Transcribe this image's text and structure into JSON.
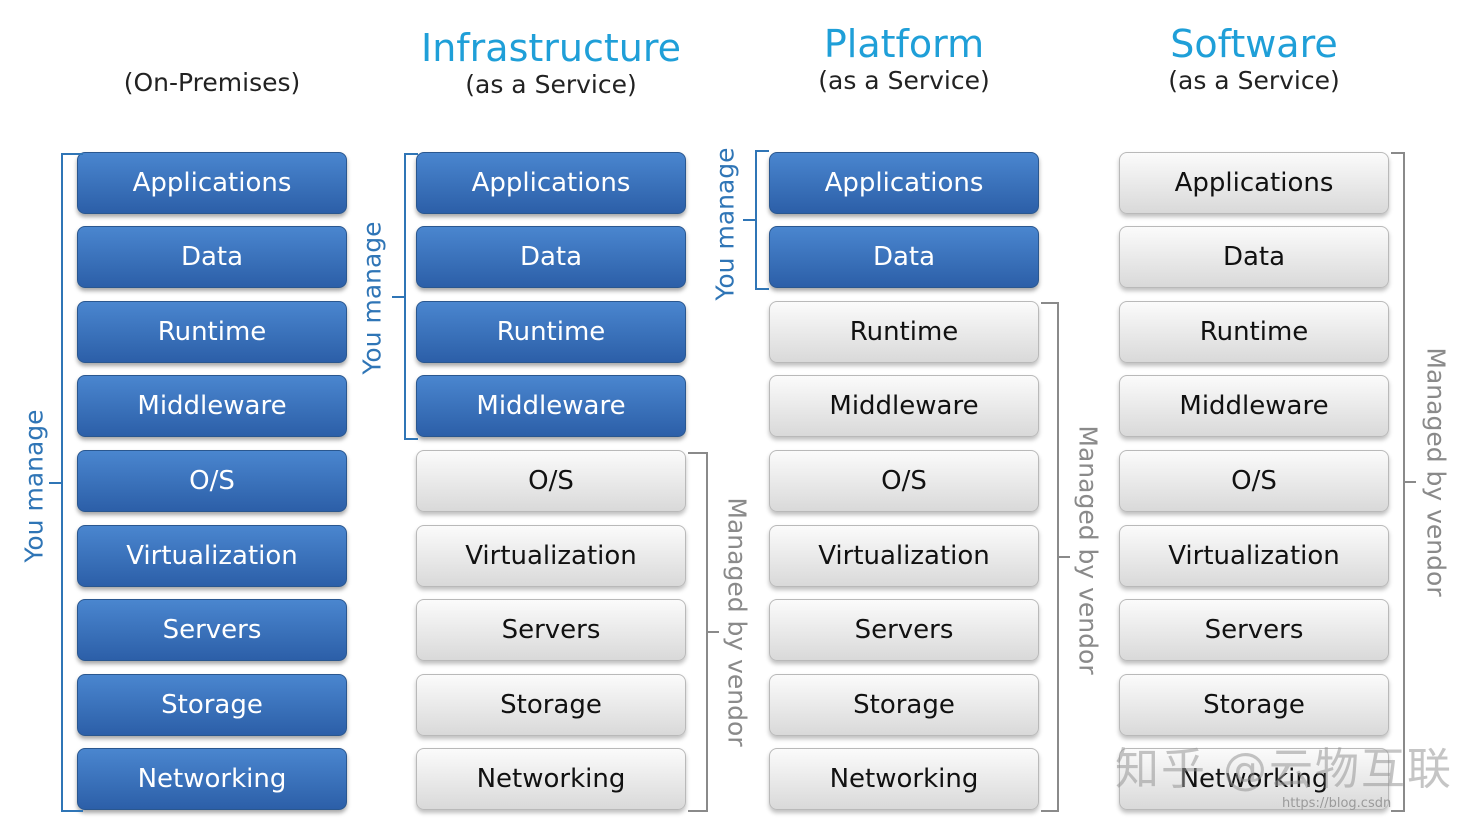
{
  "columns": [
    {
      "title": "",
      "subtitle": "(On-Premises)",
      "layers": [
        {
          "label": "Applications",
          "style": "blue"
        },
        {
          "label": "Data",
          "style": "blue"
        },
        {
          "label": "Runtime",
          "style": "blue"
        },
        {
          "label": "Middleware",
          "style": "blue"
        },
        {
          "label": "O/S",
          "style": "blue"
        },
        {
          "label": "Virtualization",
          "style": "blue"
        },
        {
          "label": "Servers",
          "style": "blue"
        },
        {
          "label": "Storage",
          "style": "blue"
        },
        {
          "label": "Networking",
          "style": "blue"
        }
      ],
      "you_manage_label": "You manage",
      "vendor_label": ""
    },
    {
      "title": "Infrastructure",
      "subtitle": "(as a Service)",
      "layers": [
        {
          "label": "Applications",
          "style": "blue"
        },
        {
          "label": "Data",
          "style": "blue"
        },
        {
          "label": "Runtime",
          "style": "blue"
        },
        {
          "label": "Middleware",
          "style": "blue"
        },
        {
          "label": "O/S",
          "style": "gray"
        },
        {
          "label": "Virtualization",
          "style": "gray"
        },
        {
          "label": "Servers",
          "style": "gray"
        },
        {
          "label": "Storage",
          "style": "gray"
        },
        {
          "label": "Networking",
          "style": "gray"
        }
      ],
      "you_manage_label": "You manage",
      "vendor_label": "Managed by vendor"
    },
    {
      "title": "Platform",
      "subtitle": "(as a Service)",
      "layers": [
        {
          "label": "Applications",
          "style": "blue"
        },
        {
          "label": "Data",
          "style": "blue"
        },
        {
          "label": "Runtime",
          "style": "gray"
        },
        {
          "label": "Middleware",
          "style": "gray"
        },
        {
          "label": "O/S",
          "style": "gray"
        },
        {
          "label": "Virtualization",
          "style": "gray"
        },
        {
          "label": "Servers",
          "style": "gray"
        },
        {
          "label": "Storage",
          "style": "gray"
        },
        {
          "label": "Networking",
          "style": "gray"
        }
      ],
      "you_manage_label": "You manage",
      "vendor_label": "Managed by vendor"
    },
    {
      "title": "Software",
      "subtitle": "(as a Service)",
      "layers": [
        {
          "label": "Applications",
          "style": "gray"
        },
        {
          "label": "Data",
          "style": "gray"
        },
        {
          "label": "Runtime",
          "style": "gray"
        },
        {
          "label": "Middleware",
          "style": "gray"
        },
        {
          "label": "O/S",
          "style": "gray"
        },
        {
          "label": "Virtualization",
          "style": "gray"
        },
        {
          "label": "Servers",
          "style": "gray"
        },
        {
          "label": "Storage",
          "style": "gray"
        },
        {
          "label": "Networking",
          "style": "gray"
        }
      ],
      "you_manage_label": "",
      "vendor_label": "Managed by vendor"
    }
  ],
  "watermark": "知乎 @云物互联",
  "source_url": "https://blog.csdn",
  "colors": {
    "managed_by_you": "#2f75b6",
    "managed_by_vendor": "#8a8a8a",
    "title": "#1f9fd8"
  }
}
